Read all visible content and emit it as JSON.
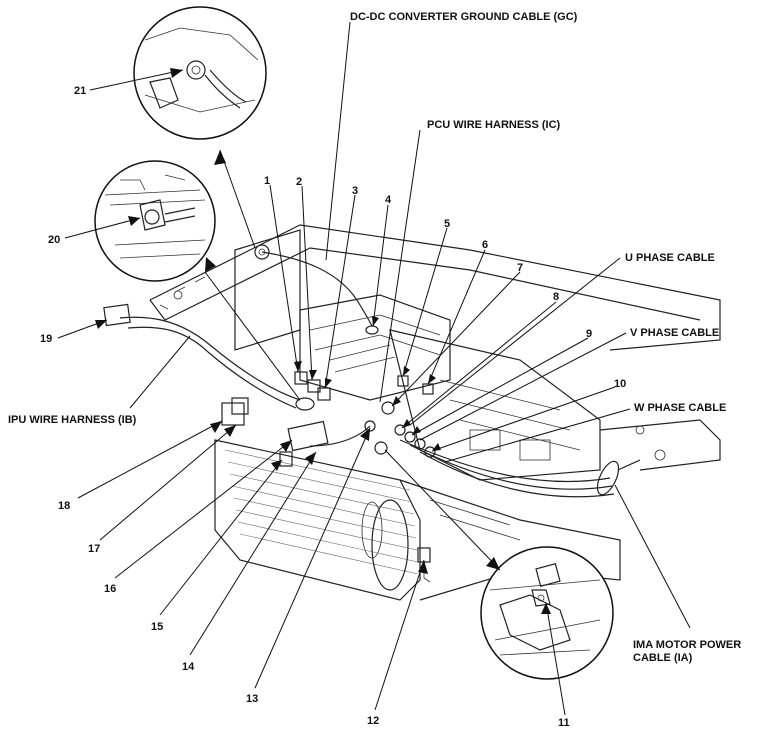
{
  "diagram": {
    "cable_labels": {
      "gc": "DC-DC CONVERTER GROUND CABLE (GC)",
      "ic": "PCU WIRE HARNESS (IC)",
      "u": "U PHASE CABLE",
      "v": "V PHASE CABLE",
      "w": "W PHASE CABLE",
      "ib": "IPU WIRE HARNESS (IB)",
      "ia_line1": "IMA MOTOR POWER",
      "ia_line2": "CABLE (IA)"
    },
    "callouts": [
      "1",
      "2",
      "3",
      "4",
      "5",
      "6",
      "7",
      "8",
      "9",
      "10",
      "11",
      "12",
      "13",
      "14",
      "15",
      "16",
      "17",
      "18",
      "19",
      "20",
      "21"
    ]
  }
}
